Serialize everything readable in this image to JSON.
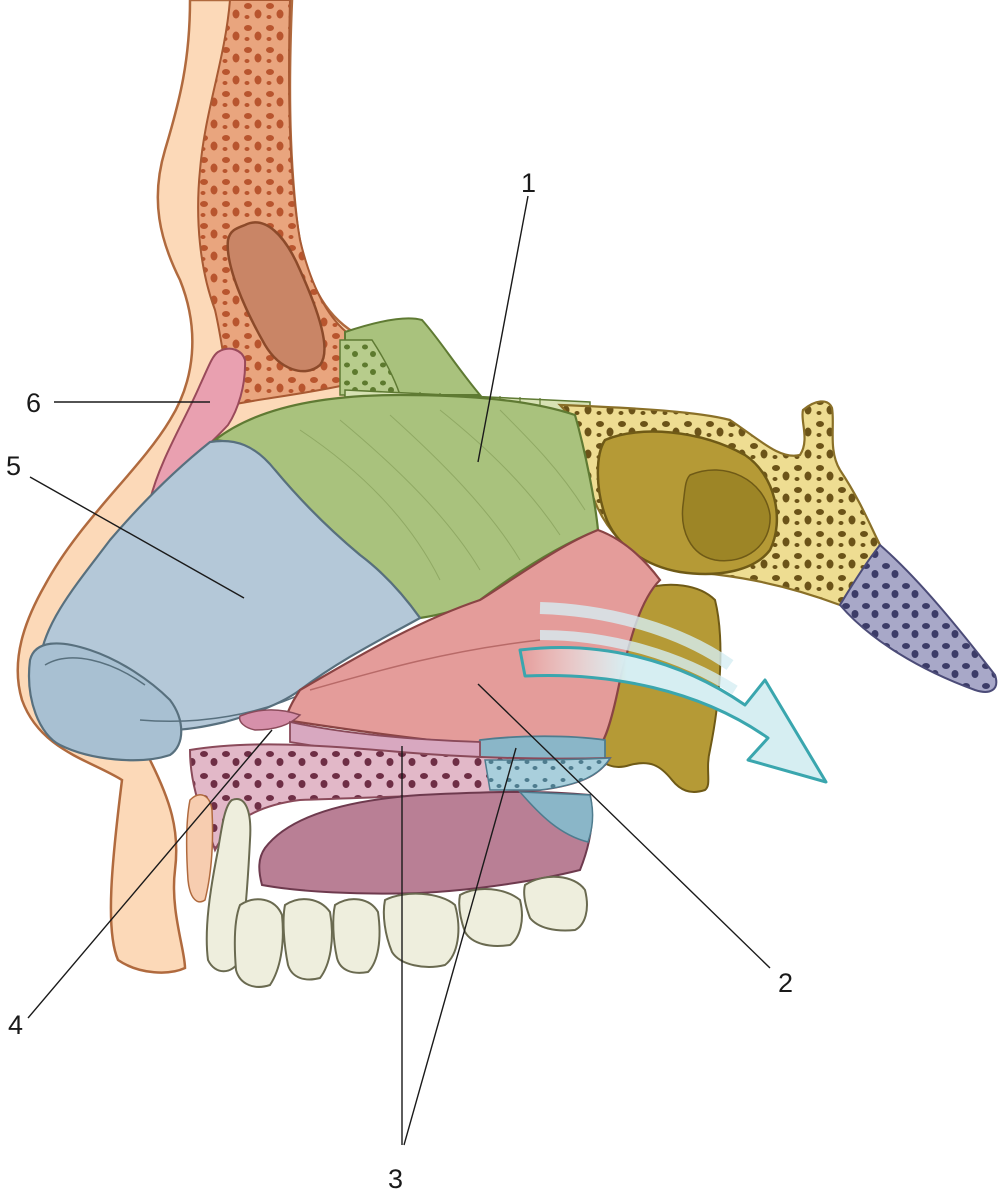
{
  "labels": {
    "l1": "1",
    "l2": "2",
    "l3": "3",
    "l4": "4",
    "l5": "5",
    "l6": "6"
  },
  "colors": {
    "skin": "#fcd9b8",
    "skin_outline": "#b06a3e",
    "frontal_bone": "#e9a57e",
    "frontal_spongy": "#c8673f",
    "frontal_sinus": "#c98566",
    "perpendicular_plate": "#a9c27d",
    "septal_cartilage": "#b4c8d8",
    "vomer": "#e49c9a",
    "nasal_bone": "#e9a0b0",
    "palatine": "#e2b8c8",
    "sphenoid": "#eedd92",
    "sphenoid_sinus": "#b59a36",
    "basilar": "#a8a8c8",
    "soft_palate": "#b97f95",
    "blue_bone": "#8ab6c8",
    "teeth": "#eeeedd",
    "arrow": "#3aa6ae",
    "arrow_fill": "#d6eef2"
  }
}
